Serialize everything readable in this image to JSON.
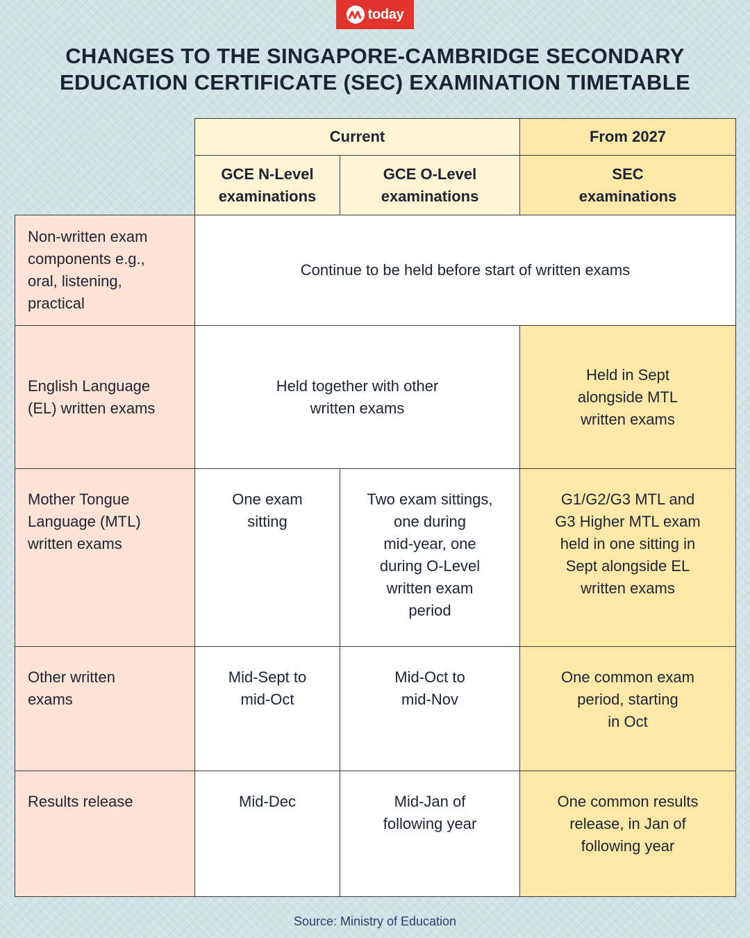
{
  "brand": {
    "logo_text": "today"
  },
  "title_lines": [
    "CHANGES TO THE SINGAPORE-CAMBRIDGE SECONDARY",
    "EDUCATION CERTIFICATE (SEC) EXAMINATION TIMETABLE"
  ],
  "table": {
    "group_headers": {
      "current": "Current",
      "from_2027": "From 2027"
    },
    "column_headers": {
      "n_level": [
        "GCE N-Level",
        "examinations"
      ],
      "o_level": [
        "GCE O-Level",
        "examinations"
      ],
      "sec": [
        "SEC",
        "examinations"
      ]
    },
    "rows": [
      {
        "label": [
          "Non-written exam",
          "components e.g.,",
          "oral, listening,",
          "practical"
        ],
        "merged": "Continue to be held before start of written exams"
      },
      {
        "label": [
          "English Language",
          "(EL) written exams"
        ],
        "current": [
          "Held together with other",
          "written exams"
        ],
        "sec": [
          "Held in Sept",
          "alongside MTL",
          "written exams"
        ]
      },
      {
        "label": [
          "Mother Tongue",
          "Language (MTL)",
          "written exams"
        ],
        "n_level": [
          "One exam",
          "sitting"
        ],
        "o_level": [
          "Two exam sittings,",
          "one during",
          "mid-year, one",
          "during O-Level",
          "written exam",
          "period"
        ],
        "sec": [
          "G1/G2/G3 MTL and",
          "G3 Higher MTL exam",
          "held in one sitting in",
          "Sept alongside EL",
          "written exams"
        ]
      },
      {
        "label": [
          "Other written",
          "exams"
        ],
        "n_level": [
          "Mid-Sept to",
          "mid-Oct"
        ],
        "o_level": [
          "Mid-Oct to",
          "mid-Nov"
        ],
        "sec": [
          "One common exam",
          "period, starting",
          "in Oct"
        ]
      },
      {
        "label": [
          "Results release"
        ],
        "n_level": [
          "Mid-Dec"
        ],
        "o_level": [
          "Mid-Jan of",
          "following year"
        ],
        "sec": [
          "One common results",
          "release, in Jan of",
          "following year"
        ]
      }
    ]
  },
  "source": "Source: Ministry of Education"
}
